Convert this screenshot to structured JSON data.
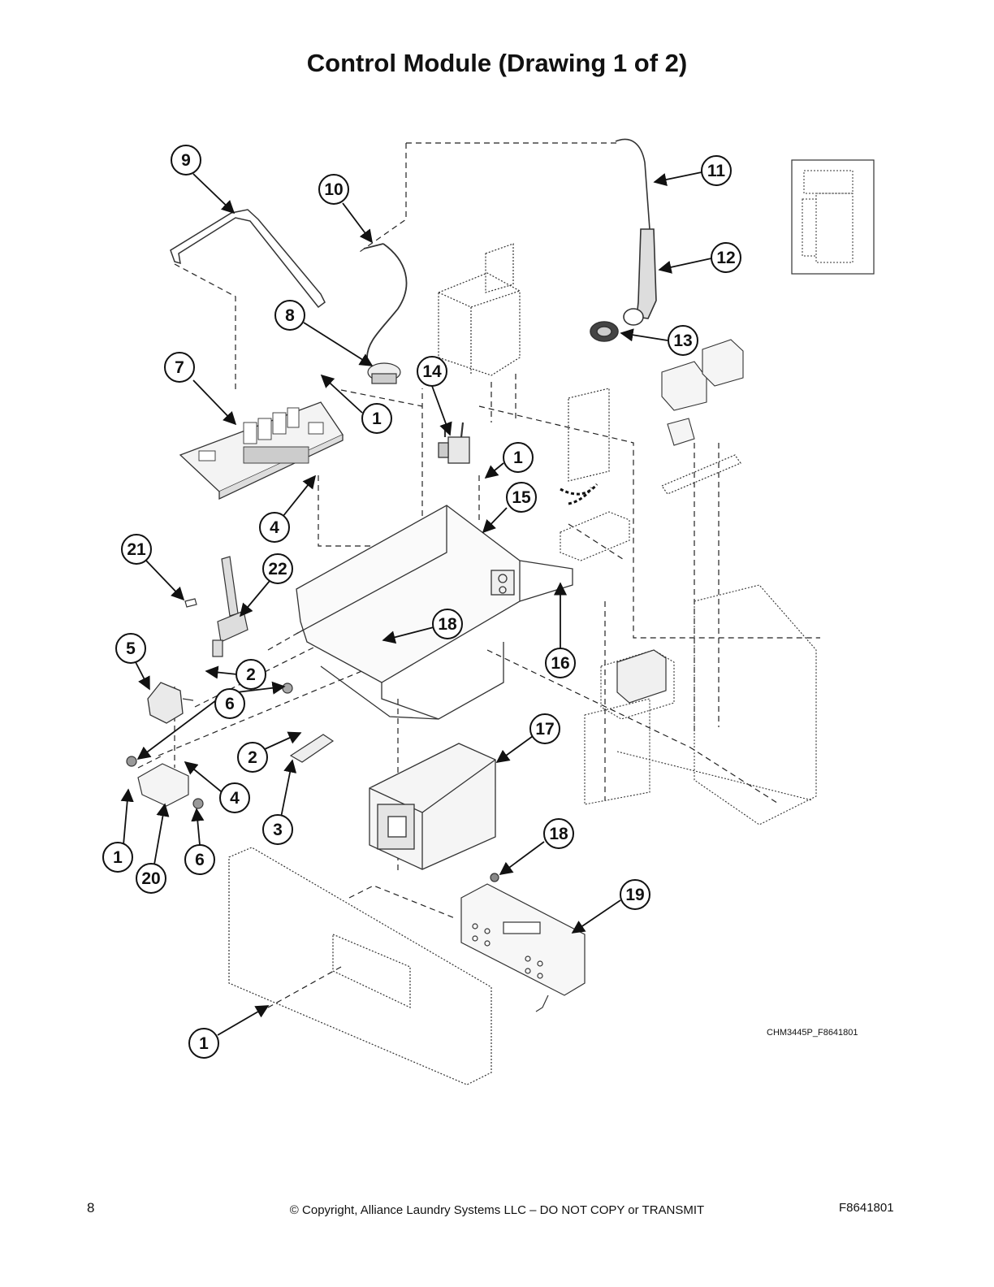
{
  "title": "Control Module (Drawing 1 of 2)",
  "callouts": [
    "9",
    "10",
    "11",
    "12",
    "8",
    "13",
    "7",
    "14",
    "1",
    "1",
    "4",
    "15",
    "21",
    "22",
    "18",
    "5",
    "16",
    "2",
    "6",
    "17",
    "2",
    "4",
    "3",
    "18",
    "1",
    "20",
    "6",
    "19",
    "1"
  ],
  "drawing_code": "CHM3445P_F8641801",
  "footer": {
    "page_number": "8",
    "copyright": "© Copyright, Alliance Laundry Systems LLC – DO NOT COPY or TRANSMIT",
    "doc_number": "F8641801"
  }
}
